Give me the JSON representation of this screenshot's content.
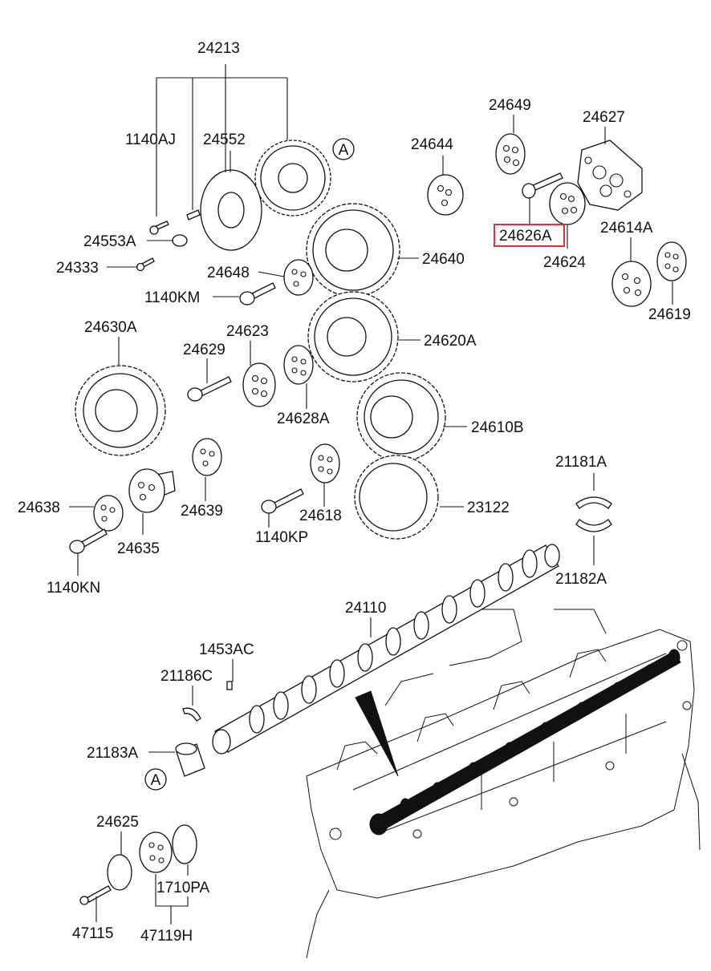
{
  "labels": {
    "p24213": "24213",
    "p1140AJ": "1140AJ",
    "p24552": "24552",
    "p24553A": "24553A",
    "p24333": "24333",
    "p24648": "24648",
    "p1140KM": "1140KM",
    "p24640": "24640",
    "p24644": "24644",
    "p24649": "24649",
    "p24627": "24627",
    "p24626A": "24626A",
    "p24624": "24624",
    "p24614A": "24614A",
    "p24619": "24619",
    "p24630A": "24630A",
    "p24629": "24629",
    "p24623": "24623",
    "p24620A": "24620A",
    "p24628A": "24628A",
    "p24610B": "24610B",
    "p24638": "24638",
    "p24639": "24639",
    "p24618": "24618",
    "p23122": "23122",
    "p24635": "24635",
    "p1140KP": "1140KP",
    "p1140KN": "1140KN",
    "p21181A": "21181A",
    "p21182A": "21182A",
    "p24110": "24110",
    "p1453AC": "1453AC",
    "p21186C": "21186C",
    "p21183A": "21183A",
    "p24625": "24625",
    "p1710PA": "1710PA",
    "p47115": "47115",
    "p47119H": "47119H",
    "refA": "A"
  },
  "highlight_color": "#e0302f",
  "line_color": "#111111"
}
